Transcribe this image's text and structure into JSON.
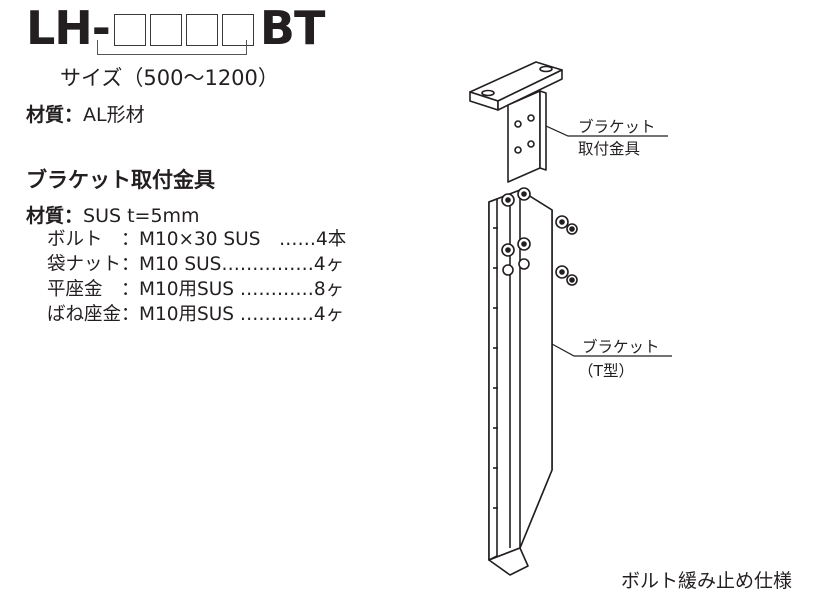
{
  "title": {
    "prefix": "LH-",
    "suffix": "BT",
    "size_label": "サイズ（500〜1200）"
  },
  "material": {
    "label": "材質：",
    "value": "AL形材"
  },
  "bracket_hardware": {
    "heading": "ブラケット取付金具",
    "material_label": "材質：",
    "material_value": "SUS t=5mm",
    "parts": [
      {
        "name": "ボルト　：",
        "spec": "M10×30 SUS　……4本"
      },
      {
        "name": "袋ナット：",
        "spec": "M10 SUS……………4ヶ"
      },
      {
        "name": "平座金　：",
        "spec": "M10用SUS …………8ヶ"
      },
      {
        "name": "ばね座金：",
        "spec": "M10用SUS …………4ヶ"
      }
    ]
  },
  "callouts": {
    "upper": {
      "line1": "ブラケット",
      "line2": "取付金具"
    },
    "lower": {
      "line1": "ブラケット",
      "line2": "（T型）"
    }
  },
  "footer": "ボルト緩み止め仕様"
}
